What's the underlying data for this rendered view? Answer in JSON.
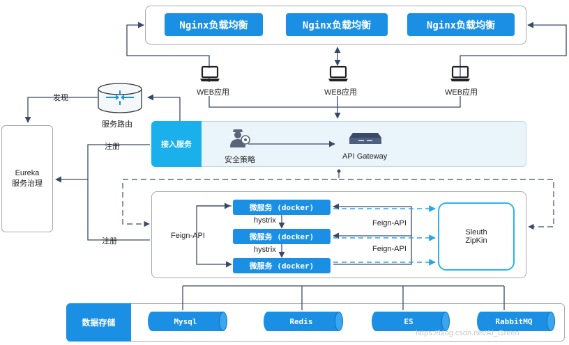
{
  "nginx": [
    "Nginx负载均衡",
    "Nginx负载均衡",
    "Nginx负载均衡"
  ],
  "web_label": "WEB应用",
  "router_label": "服务路由",
  "discover_label": "发现",
  "register_label": "注册",
  "register_label_2": "注册",
  "eureka_line1": "Eureka",
  "eureka_line2": "服务治理",
  "access_label": "接入服务",
  "security_label": "安全策略",
  "gateway_label": "API Gateway",
  "feign_left": "Feign-API",
  "services": [
    "微服务 (docker)",
    "微服务 (docker)",
    "微服务 (docker)"
  ],
  "hystrix": [
    "hystrix",
    "hystrix"
  ],
  "feign_right": [
    "Feign-API",
    "Feign-API"
  ],
  "sleuth_line1": "Sleuth",
  "sleuth_line2": "ZipKin",
  "storage_label": "数据存储",
  "stores": [
    "Mysql",
    "Redis",
    "ES",
    "RabbitMQ"
  ],
  "watermark": "https://blog.csdn.net/AI_Green",
  "colors": {
    "accent": "#1a8fe3",
    "line": "#3a4a66",
    "dashed_arrow": "#2aa4e8",
    "panel": "#eaf5fb"
  }
}
